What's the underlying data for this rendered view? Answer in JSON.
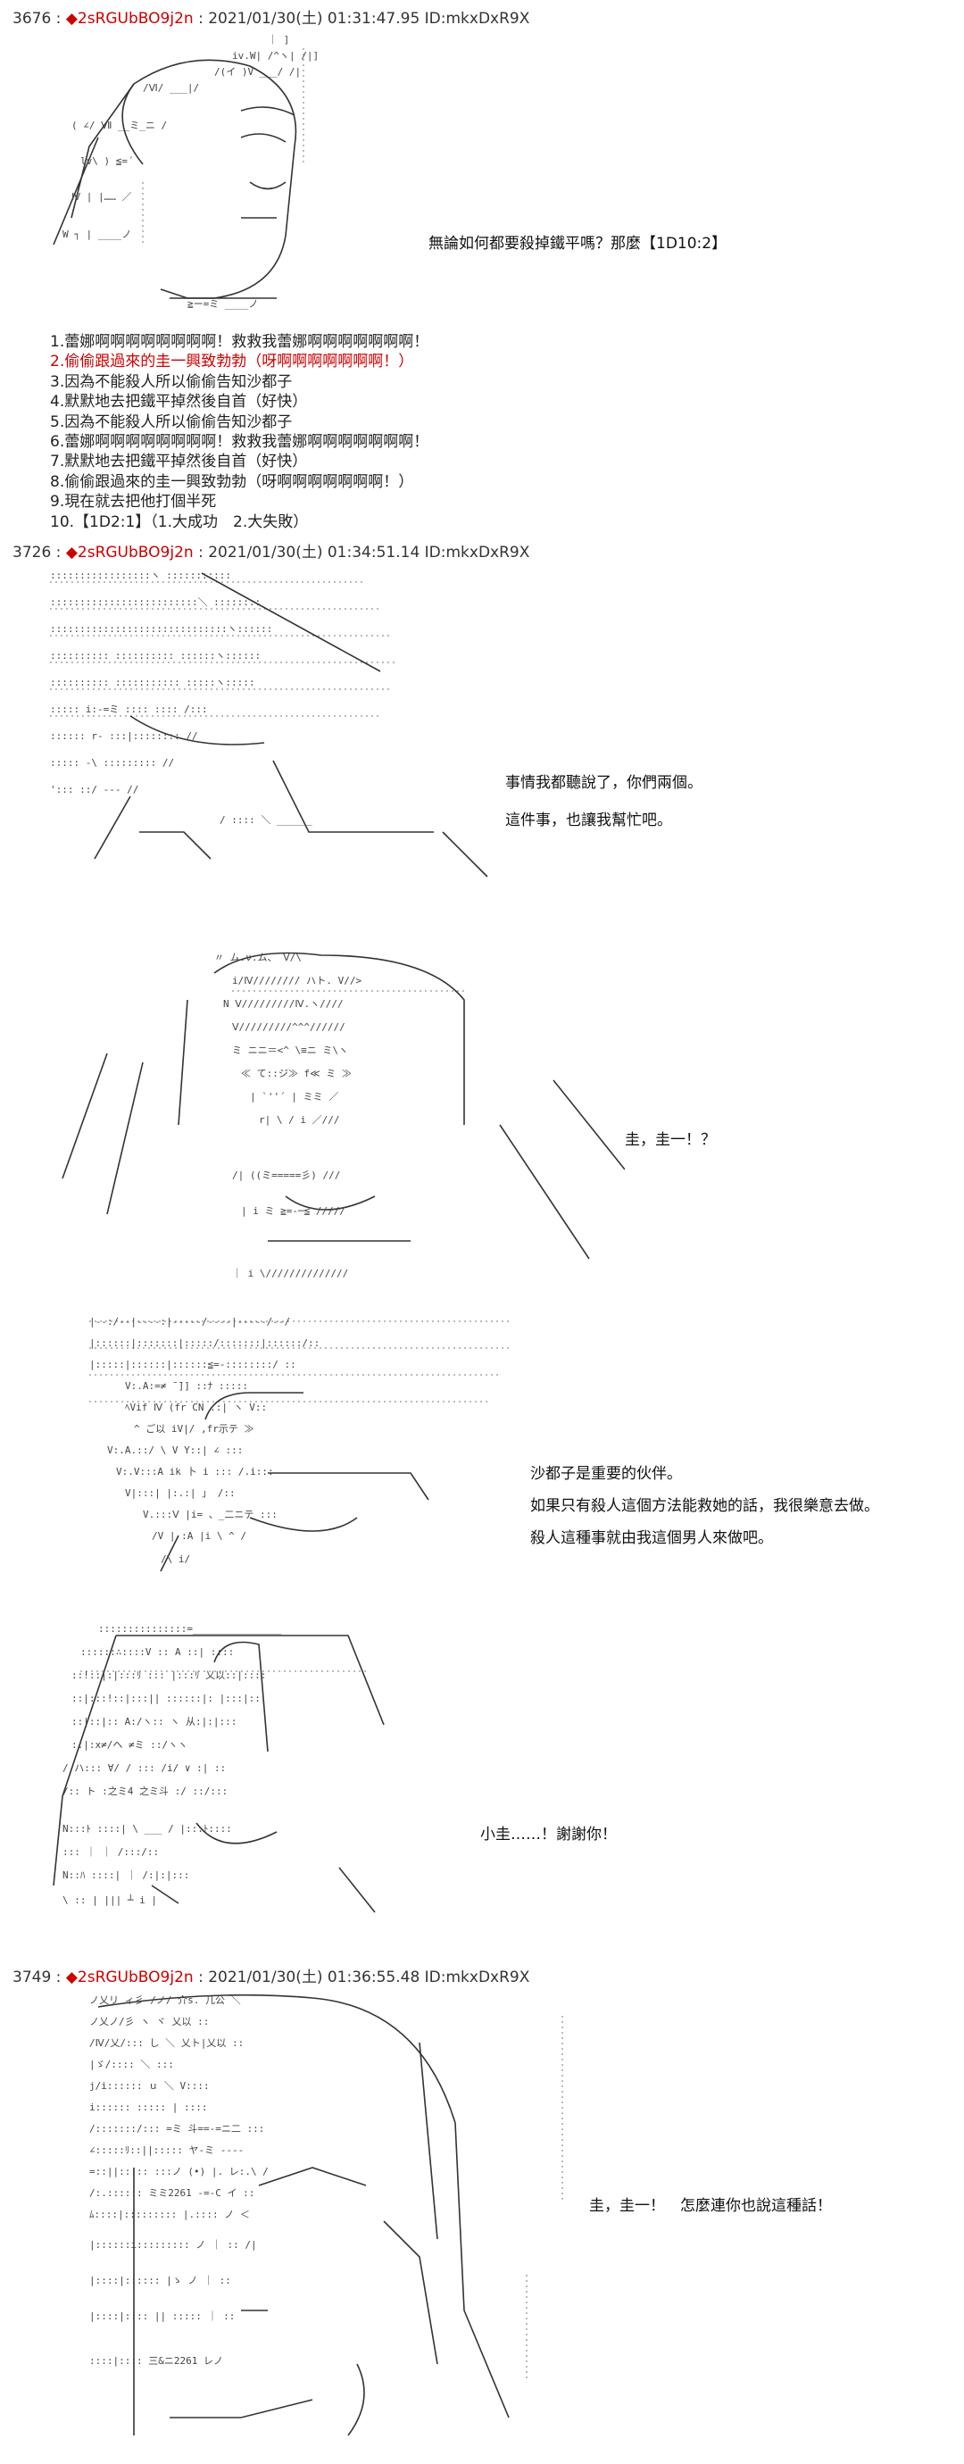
{
  "posts": [
    {
      "number": "3676",
      "trip": "2sRGUbBO9j2n",
      "meta": "2021/01/30(土) 01:31:47.95 ID:mkxDxR9X",
      "dialog": "無論如何都要殺掉鐵平嗎？那麼【1D10:2】",
      "choices": [
        "1.蕾娜啊啊啊啊啊啊啊啊！救救我蕾娜啊啊啊啊啊啊啊！",
        "2.偷偷跟過來的圭一興致勃勃（呀啊啊啊啊啊啊啊！）",
        "3.因為不能殺人所以偷偷告知沙都子",
        "4.默默地去把鐵平掉然後自首（好快）",
        "5.因為不能殺人所以偷偷告知沙都子",
        "6.蕾娜啊啊啊啊啊啊啊啊！救救我蕾娜啊啊啊啊啊啊啊！",
        "7.默默地去把鐵平掉然後自首（好快）",
        "8.偷偷跟過來的圭一興致勃勃（呀啊啊啊啊啊啊啊！）",
        "9.現在就去把他打個半死",
        "10.【1D2:1】（1.大成功　2.大失敗）"
      ]
    },
    {
      "number": "3726",
      "trip": "2sRGUbBO9j2n",
      "meta": "2021/01/30(土) 01:34:51.14 ID:mkxDxR9X",
      "dialog_a1": "事情我都聽說了，你們兩個。",
      "dialog_a2": "這件事，也讓我幫忙吧。",
      "dialog_b": "圭，圭一！？",
      "dialog_c1": "沙都子是重要的伙伴。",
      "dialog_c2": "如果只有殺人這個方法能救她的話，我很樂意去做。",
      "dialog_c3": "殺人這種事就由我這個男人來做吧。",
      "dialog_d": "小圭……！謝謝你！"
    },
    {
      "number": "3749",
      "trip": "2sRGUbBO9j2n",
      "meta": "2021/01/30(土) 01:36:55.48 ID:mkxDxR9X",
      "dialog": "圭，圭一！　怎麼連你也說這種話！"
    }
  ],
  "art": {
    "a1": [
      "｜ ]",
      "iv.W| /^ヽ| /|]",
      "/(イ )V ___/ /|",
      "/Ⅵ/ ___|/",
      "( ∠/ Ⅶ __ミ_ニ /",
      "lv\\ ) ≦=´",
      "Ⅳ | |…… ／",
      "W ┐ | ____ノ",
      "≧ー=ミ ____ノ"
    ],
    "a2": [
      ":::::::::::::::::ヽ :::::::::::",
      ":::::::::::::::::::::::::＼ ::::::::",
      "::::::::::::::::::::::::::::::ヽ::::::",
      ":::::::::: :::::::::: ::::::ヽ::::::",
      ":::::::::: ::::::::::: :::::ヽ:::::",
      "::::: i:-=ミ :::: :::: /:::",
      ":::::: r- :::|:::::::: //",
      "::::: -\\ ::::::::: //",
      "'::: ::/ --- //",
      "/ :::: ＼ ______"
    ],
    "a3": [
      "〃 ム.ν.ム、 Ⅴ/\\",
      "i/Ⅳ//////// ハト. V//>",
      "N Ⅴ/////////Ⅳ.ヽ////",
      "Ⅴ/////////^^^//////",
      "ミ ニニ＝<^ \\≡ニ ミ\\ヽ",
      "≪ て::ジ≫ f≪ ミ ≫",
      "| `''´ | ミミ ／",
      "r| \\ / i ／///",
      "/| ((ミ=====彡) ///",
      "| i ミ ≧=-─≦ /////",
      "｜ i \\//////////////"
    ],
    "a4": [
      "|--:/--|----:|-----/----|-----/--/",
      "|::::::|:::::::|:::::/:::::::|::::::/::",
      "|:::::|::::::|::::::≦=-::::::::/ ::",
      "V:.A:=≠ ̄ ̄]]  ::ﾅ :::::",
      "ﾍVif Ⅳ (fr CN ::| ヽ V::",
      "^ ご以 iV|/  ,fr示テ ≫",
      "V:.A.::/ \\ V Y::| ∠ :::",
      "V:.V:::A ik 卜 i ::: /.i:::",
      "V|:::| |:.:| 」 /::",
      "V.:::Ⅴ |i= 、_二ニテ :::",
      "/V | :A |i  \\ ^ /",
      "/\\ i/"
    ],
    "a5": [
      ":::::::::::::::=_______________",
      "::::::∴::::V :: A ::| ::::",
      "::!::|:|:::ﾘ ::: |:::ﾘ 乂以::|::::",
      "::|:::!::|:::|| ::::::|: |:::|::",
      "::|::|:: A:/ヽ:: ヽ 从:|:|:::",
      "::|:x≠/ヘ ≠ミ ::/ヽヽ",
      "/ ハ::: ∀/ / ::: /i/ ∨ :| ::",
      "/:: ト :之ミ4 之ミ斗 :/ ::/:::",
      "N:::ﾄ ::::| \\ ___ / |:::ﾄ::::",
      "::: ｜ ｜ /:::/::",
      "N::ﾊ ::::| ｜ /:|:|:::",
      "\\ :: |  ||| ┴ i |"
    ],
    "a6": [
      "ノ乂リ ィ彡 /ノ/ 介s. 几公 ＼",
      "ノ乂ノ/彡 ヽ ヾ 乂以 ::",
      "/Ⅳ/乂/::: し ＼ 乂ト|乂以 ::",
      "|ゞ/:::: ＼ :::",
      "j/i:::::: ｕ ＼ V::::",
      "i:::::: ::::: | ::::",
      "/:::::::/::: =ミ 斗==-=ニ二 :::",
      "∠:::::ﾘ::||::::: ヤ-ミ ----",
      "=::||::::: :::ノ (•) |. レ:.\\ /",
      "/:.:::::: ミミ2261 -=-C イ ::",
      "ﾑ::::|::::::::: |.:::: ノ ＜",
      "|::::::i::::::::: ノ ｜ :: /|",
      "|::::|:::::: |ゝ ノ ｜ ::",
      "|::::|:::: || ::::: ｜ ::",
      "::::|:::: 三&ニ2261 レノ"
    ]
  }
}
